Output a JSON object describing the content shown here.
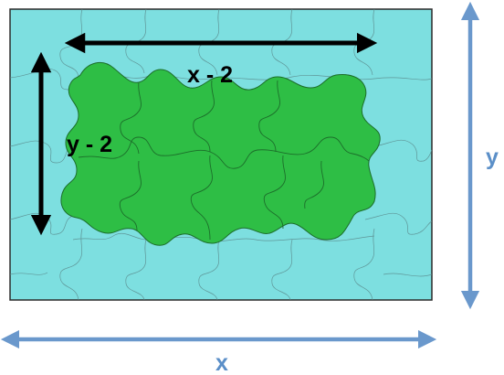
{
  "labels": {
    "inner_width": "x - 2",
    "inner_height": "y - 2",
    "outer_width": "x",
    "outer_height": "y"
  },
  "colors": {
    "board": "#7ddfe0",
    "board_border": "#2b2b2b",
    "piece_lines": "#5a8a8c",
    "interior": "#2ebe45",
    "interior_lines": "#1c6e2a",
    "black_arrow": "#000000",
    "blue_arrow": "#6a98cc",
    "blue_text": "#5b8fc8"
  }
}
